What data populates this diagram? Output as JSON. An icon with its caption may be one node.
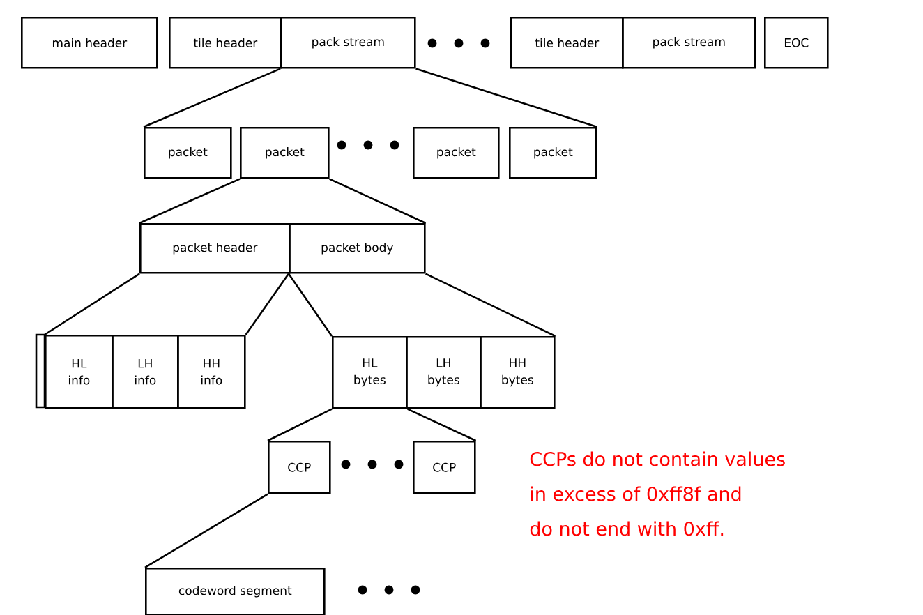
{
  "diagram": {
    "nodes": [
      {
        "text": [
          "main header"
        ]
      },
      {
        "text": [
          "tile header"
        ]
      },
      {
        "text": [
          "pack stream"
        ]
      },
      {
        "text": [
          "tile header"
        ]
      },
      {
        "text": [
          "pack stream"
        ]
      },
      {
        "text": [
          "EOC"
        ]
      },
      {
        "text": [
          "packet"
        ]
      },
      {
        "text": [
          "packet"
        ]
      },
      {
        "text": [
          "packet"
        ]
      },
      {
        "text": [
          "packet"
        ]
      },
      {
        "text": [
          "packet header"
        ]
      },
      {
        "text": [
          "packet body"
        ]
      },
      {
        "text": [
          "HL info"
        ]
      },
      {
        "text": [
          "LH info"
        ]
      },
      {
        "text": [
          "HH info"
        ]
      },
      {
        "text": [
          "HL bytes"
        ]
      },
      {
        "text": [
          "LH bytes"
        ]
      },
      {
        "text": [
          "HH bytes"
        ]
      },
      {
        "text": [
          "CCP"
        ]
      },
      {
        "text": [
          "CCP"
        ]
      },
      {
        "text": [
          "codeword segment"
        ]
      }
    ],
    "edges": [
      {
        "from": 2,
        "to": 6,
        "arrow": "none"
      },
      {
        "from": 2,
        "to": 9,
        "arrow": "none"
      },
      {
        "from": 7,
        "to": 10,
        "arrow": "none"
      },
      {
        "from": 7,
        "to": 11,
        "arrow": "none"
      },
      {
        "from": 10,
        "to": 12,
        "arrow": "none"
      },
      {
        "from": 11,
        "to": 14,
        "arrow": "none"
      },
      {
        "from": 11,
        "to": 15,
        "arrow": "none"
      },
      {
        "from": 11,
        "to": 17,
        "arrow": "none"
      },
      {
        "from": 15,
        "to": 18,
        "arrow": "none"
      },
      {
        "from": 15,
        "to": 19,
        "arrow": "none"
      },
      {
        "from": 18,
        "to": 20,
        "arrow": "none"
      }
    ],
    "labels": [
      "CCPs do not contain values",
      "in excess of 0xff8f and",
      "do not end with 0xff."
    ]
  }
}
